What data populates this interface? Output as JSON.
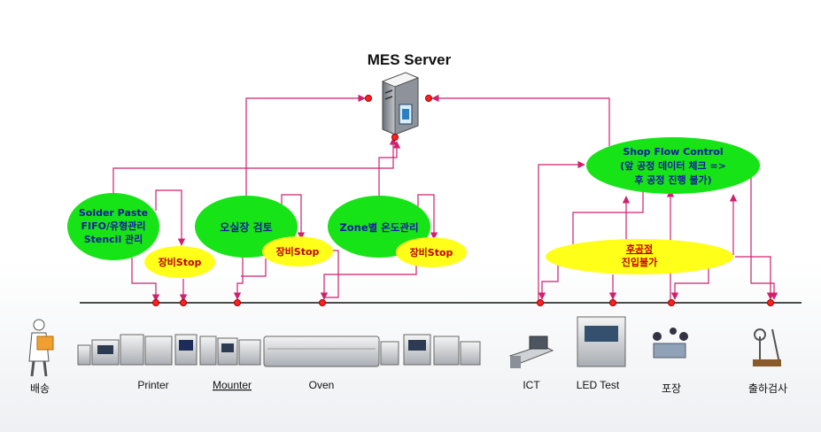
{
  "server": {
    "title": "MES Server",
    "icon": "server-icon"
  },
  "control_blocks": {
    "solder": {
      "lines": [
        "Solder Paste",
        "FIFO/유형관리",
        "Stencil 관리"
      ]
    },
    "ohsil": {
      "lines": [
        "오실장 검토"
      ]
    },
    "zone": {
      "lines": [
        "Zone별 온도관리"
      ]
    },
    "shopflow": {
      "lines": [
        "Shop Flow Control",
        "(앞 공정 데이터 체크 =>",
        "후 공정 진행 불가)"
      ]
    }
  },
  "stop_badges": [
    "장비Stop",
    "장비Stop",
    "장비Stop"
  ],
  "process_block": {
    "lines": [
      "후공정",
      "진입불가"
    ]
  },
  "stations": {
    "delivery": "배송",
    "printer": "Printer",
    "mounter": "Mounter",
    "oven": "Oven",
    "ict": "ICT",
    "led_test": "LED Test",
    "packing": "포장",
    "shipping_inspection": "출하검사"
  },
  "colors": {
    "green": "#16e416",
    "yellow": "#ffff1a",
    "wire": "#d0206e",
    "node": "#ff2020",
    "navy_text": "#1a1aa0",
    "red_text": "#c00000"
  }
}
